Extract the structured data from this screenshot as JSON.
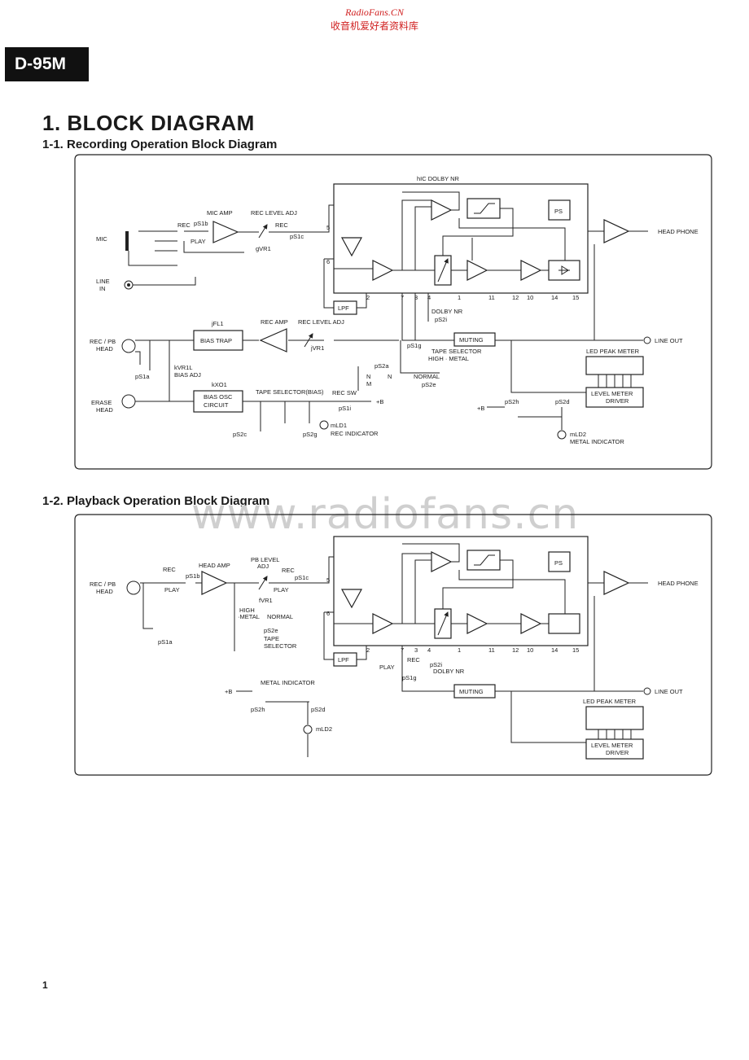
{
  "watermark": {
    "site": "RadioFans.CN",
    "cn": "收音机爱好者资料库",
    "big": "www.radiofans.cn"
  },
  "model": "D-95M",
  "title": "1.  BLOCK DIAGRAM",
  "section1": "1-1.  Recording Operation Block Diagram",
  "section2": "1-2.  Playback Operation Block Diagram",
  "page_number": "1",
  "rec": {
    "ic_label": "hIC DOLBY NR",
    "mic": "MIC",
    "line_in_1": "LINE",
    "line_in_2": "IN",
    "mic_amp": "MIC AMP",
    "rec_level_adj": "REC LEVEL ADJ",
    "rec_a": "REC",
    "ps1b": "pS1b",
    "play": "PLAY",
    "rec_b": "REC",
    "ps1c": "pS1c",
    "gvr1": "gVR1",
    "pin5": "5",
    "pin6": "6",
    "pin2": "2",
    "pin7": "7",
    "pin3": "3",
    "pin4": "4",
    "pin1": "1",
    "pin11": "11",
    "pin12": "12",
    "pin10": "10",
    "pin14": "14",
    "pin15": "15",
    "ps": "PS",
    "lpf": "LPF",
    "head_phone": "HEAD PHONE",
    "dolby_nr": "DOLBY NR",
    "ps2i": "pS2i",
    "muting": "MUTING",
    "line_out": "LINE OUT",
    "rec_pb_head_1": "REC / PB",
    "rec_pb_head_2": "HEAD",
    "jfl1": "jFL1",
    "bias_trap": "BIAS TRAP",
    "rec_amp": "REC AMP",
    "rec_level_adj2": "REC LEVEL ADJ",
    "jvr1": "jVR1",
    "ps1g": "pS1g",
    "tape_selector": "TAPE SELECTOR",
    "high_metal": "HIGH · METAL",
    "ps2a": "pS2a",
    "n1": "N",
    "m1": "M",
    "n2": "N",
    "normal": "NORMAL",
    "ps2e": "pS2e",
    "ps1a": "pS1a",
    "kvr1l": "kVR1L",
    "bias_adj": "BIAS ADJ",
    "led_peak_meter": "LED PEAK METER",
    "level_meter_1": "LEVEL METER",
    "level_meter_2": "DRIVER",
    "kxo1": "kXO1",
    "bias_osc_1": "BIAS OSC",
    "bias_osc_2": "CIRCUIT",
    "tape_selector_bias": "TAPE SELECTOR(BIAS)",
    "rec_sw": "REC SW",
    "plus_b": "+B",
    "ps1i": "pS1i",
    "erase_head_1": "ERASE",
    "erase_head_2": "HEAD",
    "ps2c": "pS2c",
    "ps2g": "pS2g",
    "mld1": "mLD1",
    "rec_indicator": "REC INDICATOR",
    "plus_b2": "+B",
    "ps2h": "pS2h",
    "ps2d": "pS2d",
    "mld2": "mLD2",
    "metal_indicator": "METAL INDICATOR"
  },
  "pb": {
    "rec_pb_head_1": "REC / PB",
    "rec_pb_head_2": "HEAD",
    "rec": "REC",
    "ps1b": "pS1b",
    "play": "PLAY",
    "head_amp": "HEAD AMP",
    "pb_level_1": "PB LEVEL",
    "pb_level_2": "ADJ",
    "rec_b": "REC",
    "ps1c": "pS1c",
    "play_b": "PLAY",
    "fvr1": "fVR1",
    "pin5": "5",
    "pin6": "6",
    "pin2": "2",
    "pin7": "7",
    "pin3": "3",
    "pin4": "4",
    "pin1": "1",
    "pin11": "11",
    "pin12": "12",
    "pin10": "10",
    "pin14": "14",
    "pin15": "15",
    "ps": "PS",
    "lpf": "LPF",
    "head_phone": "HEAD PHONE",
    "high_1": "HIGH",
    "high_2": "·METAL",
    "normal": "NORMAL",
    "ps2e": "pS2e",
    "tape_sel_1": "TAPE",
    "tape_sel_2": "SELECTOR",
    "ps1a": "pS1a",
    "play_c": "PLAY",
    "rec_c": "REC",
    "ps1g": "pS1g",
    "ps2i": "pS2i",
    "dolby_nr": "DOLBY NR",
    "muting": "MUTING",
    "line_out": "LINE OUT",
    "metal_indicator": "METAL INDICATOR",
    "plus_b": "+B",
    "ps2h": "pS2h",
    "ps2d": "pS2d",
    "mld2": "mLD2",
    "led_peak_meter": "LED PEAK METER",
    "level_meter_1": "LEVEL METER",
    "level_meter_2": "DRIVER"
  }
}
